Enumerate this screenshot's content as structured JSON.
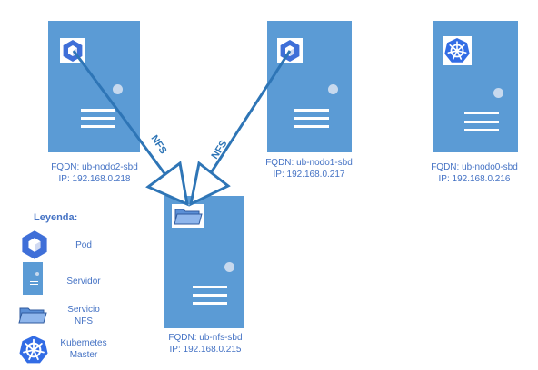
{
  "nodes": [
    {
      "id": "nodo2",
      "fqdn": "FQDN: ub-nodo2-sbd",
      "ip": "IP: 192.168.0.218",
      "icon": "pod-icon"
    },
    {
      "id": "nodo1",
      "fqdn": "FQDN: ub-nodo1-sbd",
      "ip": "IP: 192.168.0.217",
      "icon": "pod-icon"
    },
    {
      "id": "nodo0",
      "fqdn": "FQDN: ub-nodo0-sbd",
      "ip": "IP: 192.168.0.216",
      "icon": "kubernetes-icon"
    },
    {
      "id": "nfs",
      "fqdn": "FQDN: ub-nfs-sbd",
      "ip": "IP: 192.168.0.215",
      "icon": "folder-icon"
    }
  ],
  "edges": [
    {
      "from": "nodo2",
      "to": "nfs",
      "label": "NFS"
    },
    {
      "from": "nodo1",
      "to": "nfs",
      "label": "NFS"
    }
  ],
  "legend": {
    "title": "Leyenda:",
    "items": [
      {
        "icon": "pod-icon",
        "label": "Pod"
      },
      {
        "icon": "server-icon",
        "label": "Servidor"
      },
      {
        "icon": "folder-icon",
        "label_line1": "Servicio",
        "label_line2": "NFS"
      },
      {
        "icon": "kubernetes-icon",
        "label_line1": "Kubernetes",
        "label_line2": "Master"
      }
    ]
  },
  "colors": {
    "server": "#5b9bd5",
    "arrow": "#2e75b6",
    "text": "#4472c4",
    "pod": "#3f6fd8",
    "kubernetes": "#326ce5"
  }
}
